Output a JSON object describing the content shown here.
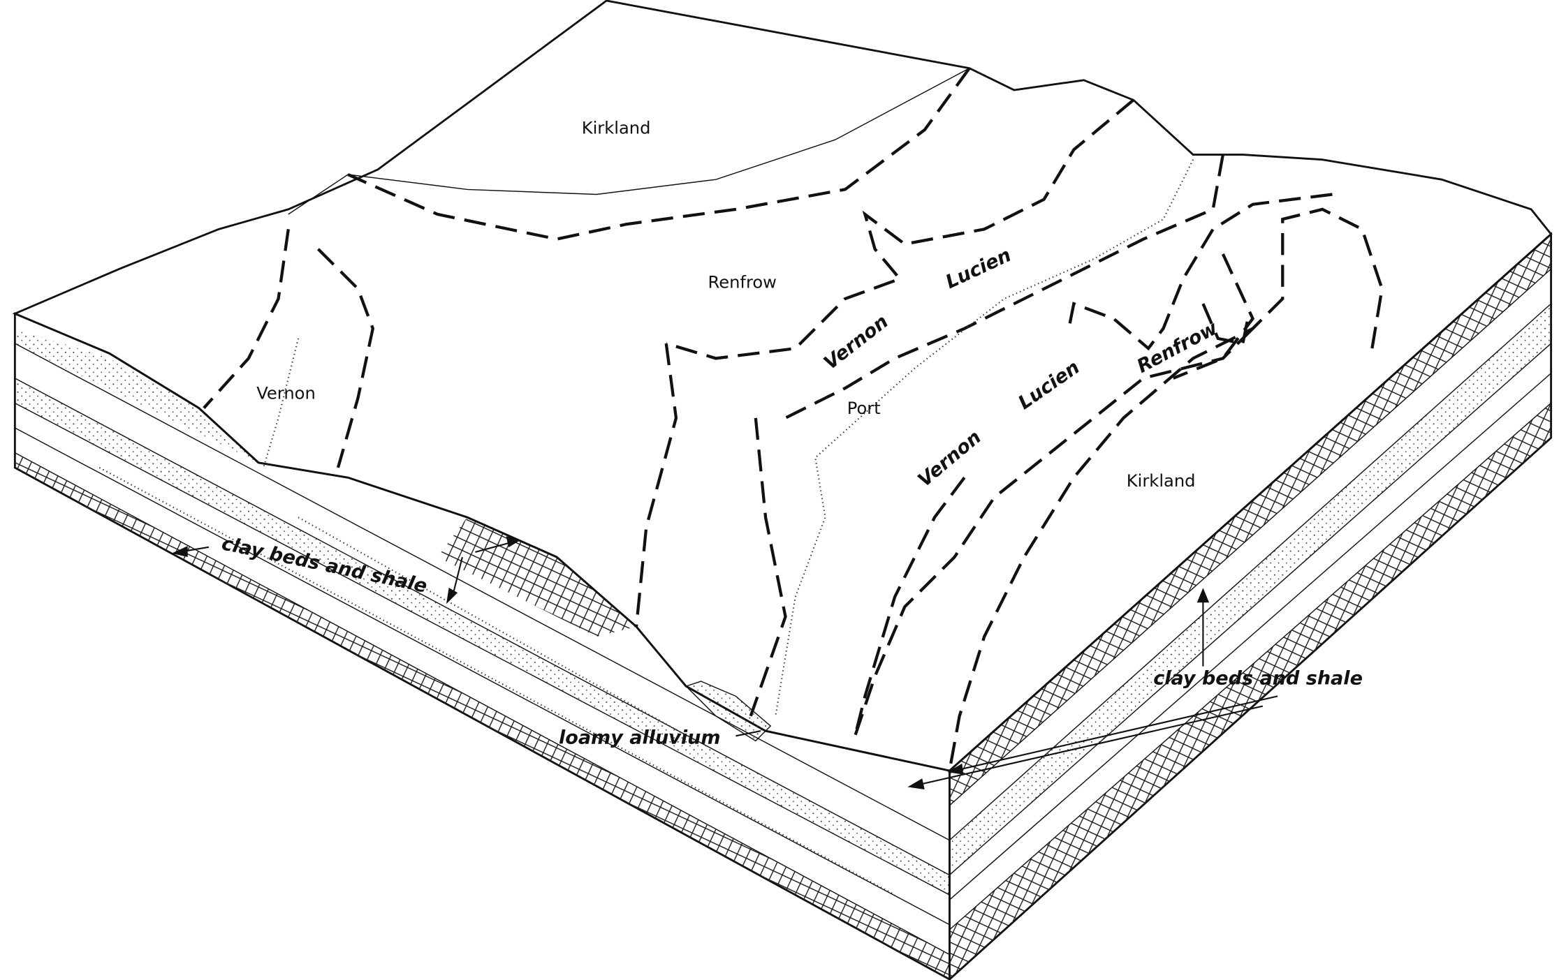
{
  "diagram": {
    "soil_labels": {
      "kirkland_upper": "Kirkland",
      "renfrow_upper": "Renfrow",
      "vernon_left": "Vernon",
      "vernon_center": "Vernon",
      "lucien_upper": "Lucien",
      "port": "Port",
      "vernon_lower": "Vernon",
      "lucien_lower": "Lucien",
      "renfrow_right": "Renfrow",
      "kirkland_right": "Kirkland"
    },
    "material_labels": {
      "clay_left": "clay beds and shale",
      "clay_right": "clay beds and shale",
      "alluvium": "loamy alluvium"
    }
  }
}
